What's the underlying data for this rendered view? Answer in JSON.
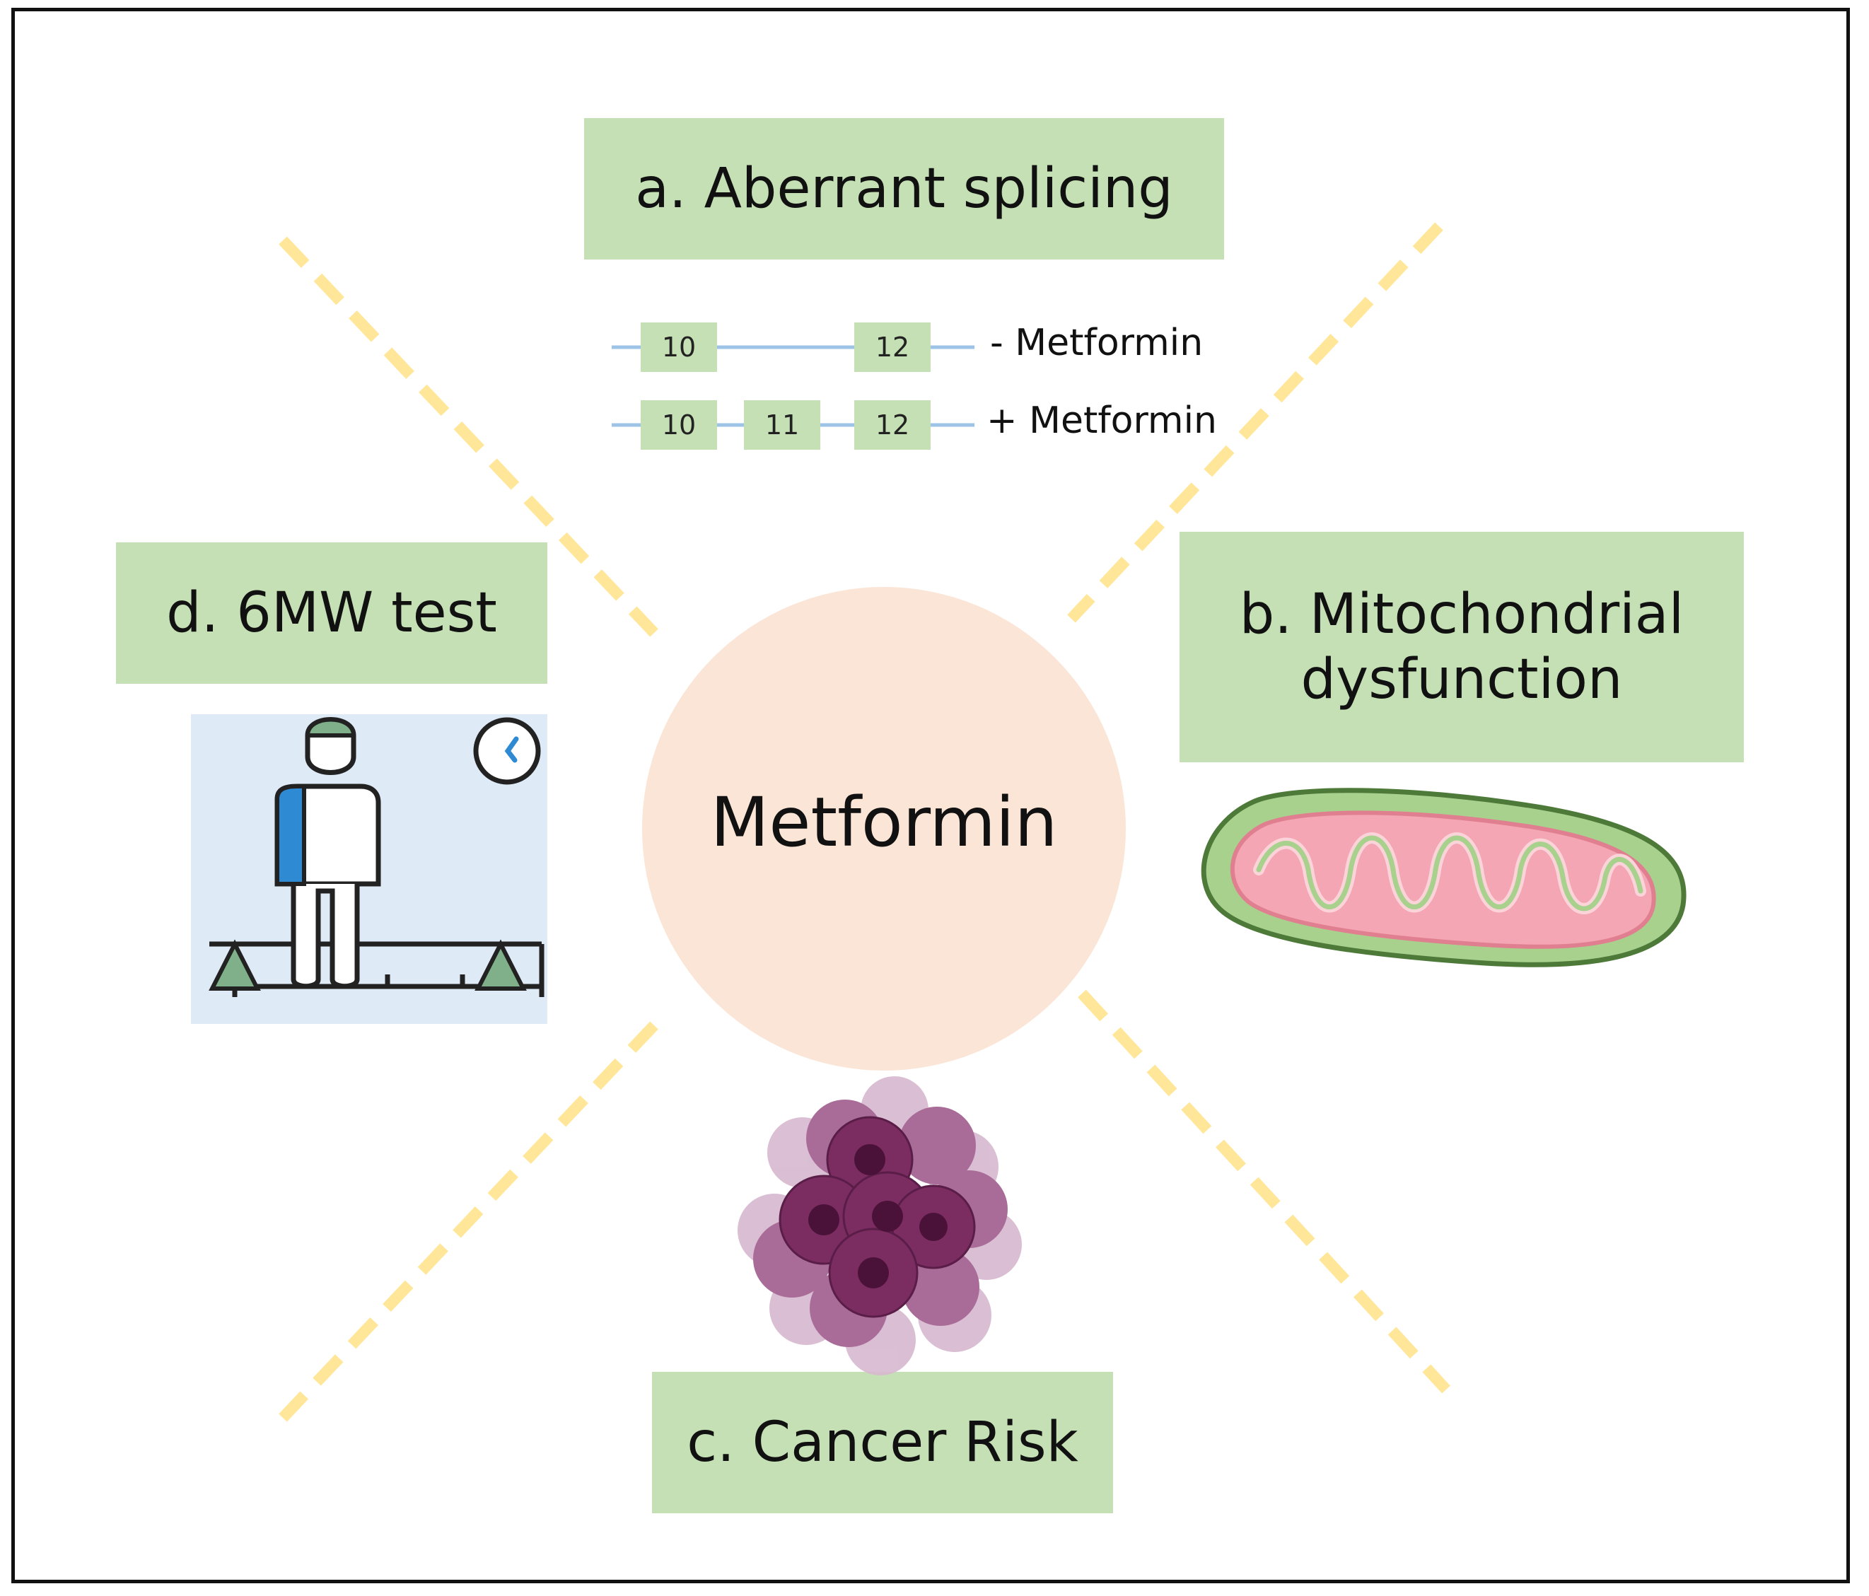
{
  "center": {
    "label": "Metformin"
  },
  "panels": {
    "a": {
      "title": "a. Aberrant splicing"
    },
    "b": {
      "title_line1": "b. Mitochondrial",
      "title_line2": "dysfunction"
    },
    "c": {
      "title": "c. Cancer Risk"
    },
    "d": {
      "title": "d. 6MW test"
    }
  },
  "splicing": {
    "rows": [
      {
        "exons": [
          "10",
          "12"
        ],
        "condition": "- Metformin"
      },
      {
        "exons": [
          "10",
          "11",
          "12"
        ],
        "condition": "+ Metformin"
      }
    ]
  },
  "icons": [
    "walking-test-icon",
    "stopwatch-icon",
    "mitochondrion-icon",
    "cancer-cells-icon"
  ],
  "colors": {
    "label_bg": "#c5e0b4",
    "center_circle": "#fbe5d6",
    "dashed_lines": "#ffe699",
    "exon_box": "#c5e0b4",
    "intron_line": "#9dc3e6",
    "mito_outer": "#a9d18e",
    "mito_inner": "#f4a6b4",
    "cancer_cells": "#7b2d62",
    "walk_bg": "#deebf7",
    "walk_accent": "#2e8bd3"
  }
}
